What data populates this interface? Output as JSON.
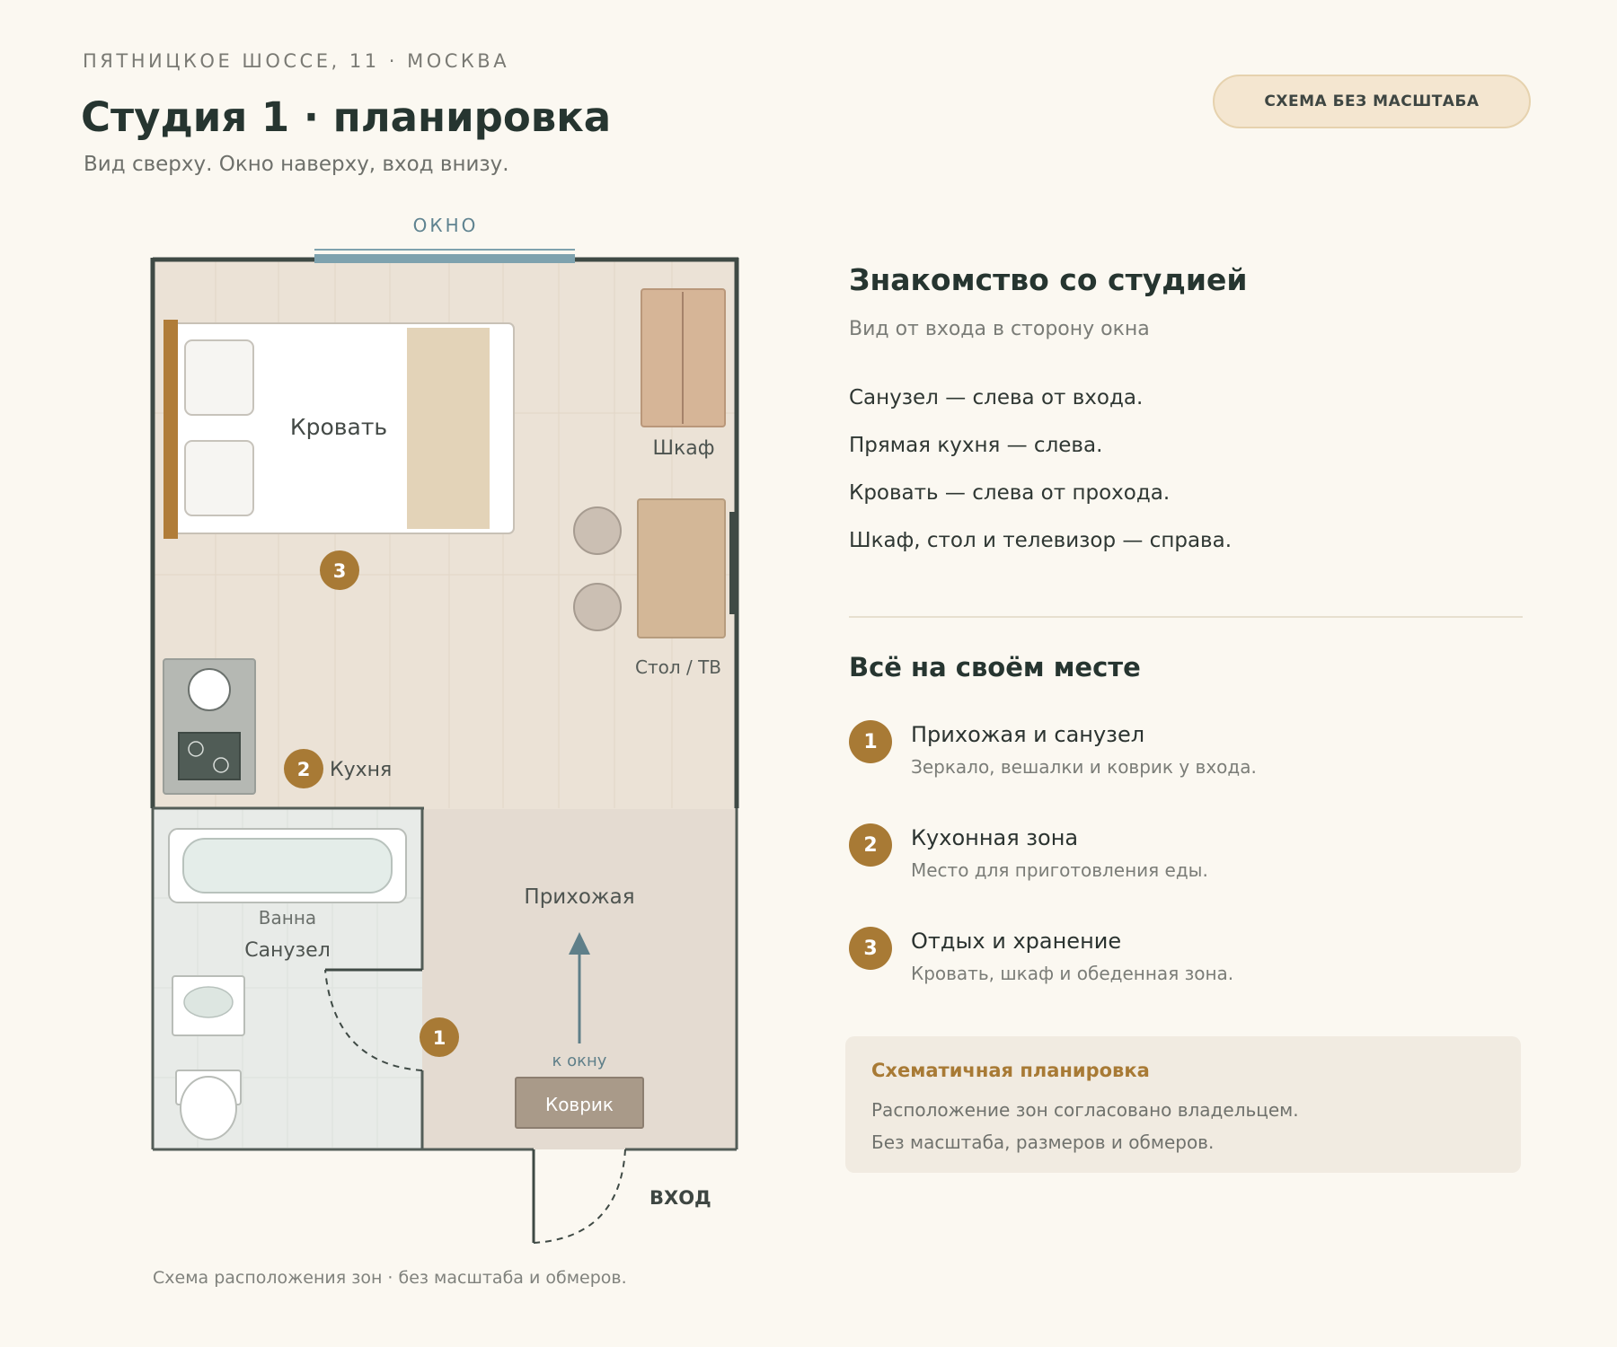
{
  "header": {
    "address": "ПЯТНИЦКОЕ ШОССЕ, 11 · МОСКВА",
    "title": "Студия 1 · планировка",
    "subtitle": "Вид сверху. Окно наверху, вход внизу.",
    "badge": "СХЕМА БЕЗ МАСШТАБА"
  },
  "plan": {
    "window_label": "ОКНО",
    "bed_label": "Кровать",
    "wardrobe_label": "Шкаф",
    "table_label": "Стол / ТВ",
    "kitchen_label": "Кухня",
    "bath_label": "Ванна",
    "bathroom_label": "Санузел",
    "hallway_label": "Прихожая",
    "arrow_label": "к окну",
    "mat_label": "Коврик",
    "entrance_label": "ВХОД",
    "marker_1": "1",
    "marker_2": "2",
    "marker_3": "3"
  },
  "footnote": "Схема расположения зон · без масштаба и обмеров.",
  "intro": {
    "title": "Знакомство со студией",
    "subtitle": "Вид от входа в сторону окна",
    "lines": [
      "Санузел — слева от входа.",
      "Прямая кухня — слева.",
      "Кровать — слева от прохода.",
      "Шкаф, стол и телевизор — справа."
    ]
  },
  "zones": {
    "title": "Всё на своём месте",
    "items": [
      {
        "num": "1",
        "title": "Прихожая и санузел",
        "desc": "Зеркало, вешалки и коврик у входа."
      },
      {
        "num": "2",
        "title": "Кухонная зона",
        "desc": "Место для приготовления еды."
      },
      {
        "num": "3",
        "title": "Отдых и хранение",
        "desc": "Кровать, шкаф и обеденная зона."
      }
    ]
  },
  "note": {
    "title": "Схематичная планировка",
    "line1": "Расположение зон согласовано владельцем.",
    "line2": "Без масштаба, размеров и обмеров."
  },
  "colors": {
    "accent": "#a87a35",
    "wall": "#3f4a45",
    "window": "#7ea2ae",
    "floor": "#ebe2d6",
    "bathroom_floor": "#e8ebe8"
  }
}
